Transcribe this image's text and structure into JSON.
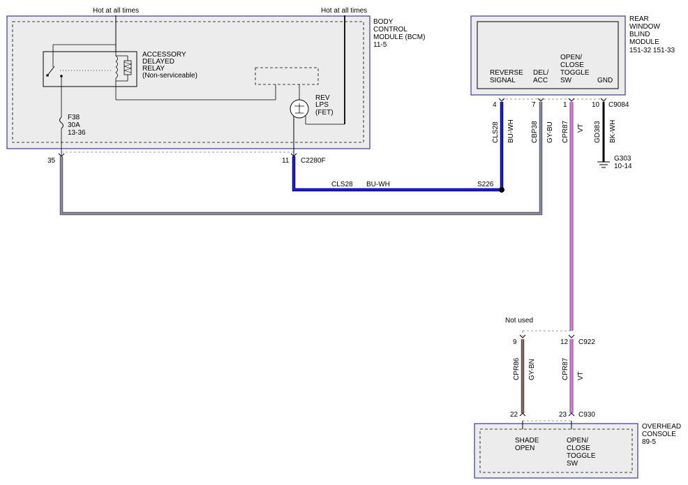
{
  "hot_left": "Hot at all times",
  "hot_right": "Hot at all times",
  "bcm": {
    "l1": "BODY",
    "l2": "CONTROL",
    "l3": "MODULE (BCM)",
    "l4": "11-5"
  },
  "relay": {
    "l1": "ACCESSORY",
    "l2": "DELAYED",
    "l3": "RELAY",
    "l4": "(Non-serviceable)"
  },
  "fuse": {
    "l1": "F38",
    "l2": "30A",
    "l3": "13-36"
  },
  "rev_lps": {
    "l1": "REV",
    "l2": "LPS",
    "l3": "(FET)"
  },
  "bcm_pins": {
    "p35": "35",
    "p11": "11",
    "conn": "C2280F"
  },
  "splice": "S226",
  "horiz_wire": {
    "circuit": "CLS28",
    "color": "BU-WH"
  },
  "rwbm": {
    "l1": "REAR",
    "l2": "WINDOW",
    "l3": "BLIND",
    "l4": "MODULE",
    "l5": "151-32  151-33"
  },
  "rwbm_pins": {
    "reverse_l1": "REVERSE",
    "reverse_l2": "SIGNAL",
    "del_l1": "DEL/",
    "del_l2": "ACC",
    "open_l1": "OPEN/",
    "open_l2": "CLOSE",
    "open_l3": "TOGGLE",
    "open_l4": "SW",
    "gnd": "GND"
  },
  "rwbm_pin_nums": {
    "p4": "4",
    "p7": "7",
    "p1": "1",
    "p10": "10",
    "conn": "C9084"
  },
  "wires_top": {
    "w1c": "CLS28",
    "w1col": "BU-WH",
    "w2c": "CBP38",
    "w2col": "GY-BU",
    "w3c": "CPR87",
    "w3col": "VT",
    "w4c": "GD383",
    "w4col": "BK-WH"
  },
  "ground": {
    "l1": "G303",
    "l2": "10-14"
  },
  "not_used": "Not used",
  "c922": {
    "p9": "9",
    "p12": "12",
    "conn": "C922"
  },
  "wires_bottom": {
    "w1c": "CPR86",
    "w1col": "GY-BN",
    "w2c": "CPR87",
    "w2col": "VT"
  },
  "c930": {
    "p22": "22",
    "p23": "23",
    "conn": "C930"
  },
  "oc": {
    "l1": "OVERHEAD",
    "l2": "CONSOLE",
    "l3": "89-5"
  },
  "oc_pins": {
    "shade_l1": "SHADE",
    "shade_l2": "OPEN",
    "open_l1": "OPEN/",
    "open_l2": "CLOSE",
    "open_l3": "TOGGLE",
    "open_l4": "SW"
  },
  "colors": {
    "module_border": "#3a3a9a",
    "module_fill": "#ececec",
    "wire_blue": "#1a1aff",
    "wire_gray": "#7a7a9a",
    "wire_violet": "#e070e0",
    "wire_brown": "#8a6a5a",
    "wire_black": "#000000"
  }
}
